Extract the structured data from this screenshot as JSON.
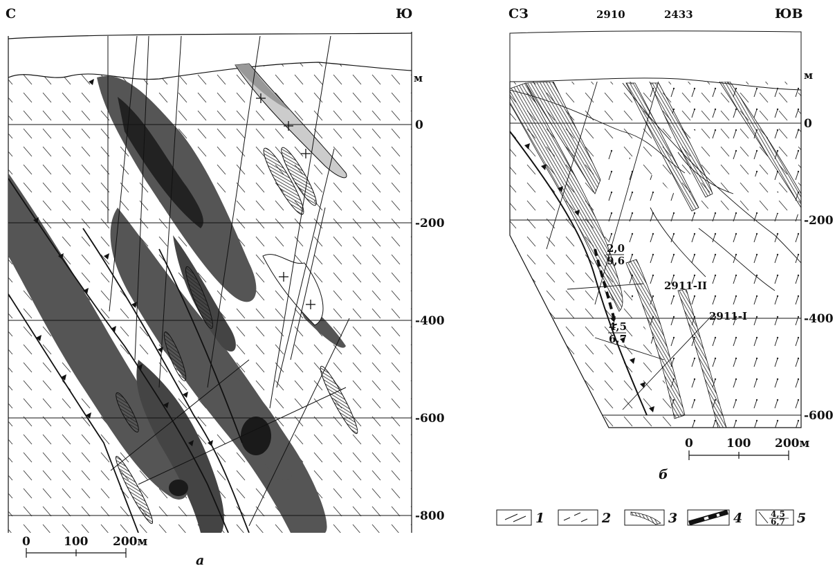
{
  "panel_a": {
    "label": "а",
    "left_dir": "С",
    "right_dir": "Ю",
    "unit_m": "м",
    "depths": [
      "0",
      "-200",
      "-400",
      "-600",
      "-800"
    ],
    "scale": [
      "0",
      "100",
      "200м"
    ]
  },
  "panel_b": {
    "label": "б",
    "left_dir": "СЗ",
    "right_dir": "ЮВ",
    "unit_m": "м",
    "depths": [
      "0",
      "-200",
      "-400",
      "-600"
    ],
    "scale": [
      "0",
      "100",
      "200м"
    ],
    "wells": [
      "2910",
      "2433",
      "2911-II",
      "2911-I"
    ],
    "values": [
      {
        "top": "2,0",
        "bottom": "9,6"
      },
      {
        "top": "4,5",
        "bottom": "6,7"
      }
    ]
  },
  "legend": [
    {
      "num": "1",
      "icon": "solid-hatch"
    },
    {
      "num": "2",
      "icon": "dashed-hatch"
    },
    {
      "num": "3",
      "icon": "vertical-striped-lens"
    },
    {
      "num": "4",
      "icon": "black-white-band"
    },
    {
      "num": "5",
      "icon": "value-label",
      "top": "4,5",
      "bottom": "6,7"
    }
  ]
}
